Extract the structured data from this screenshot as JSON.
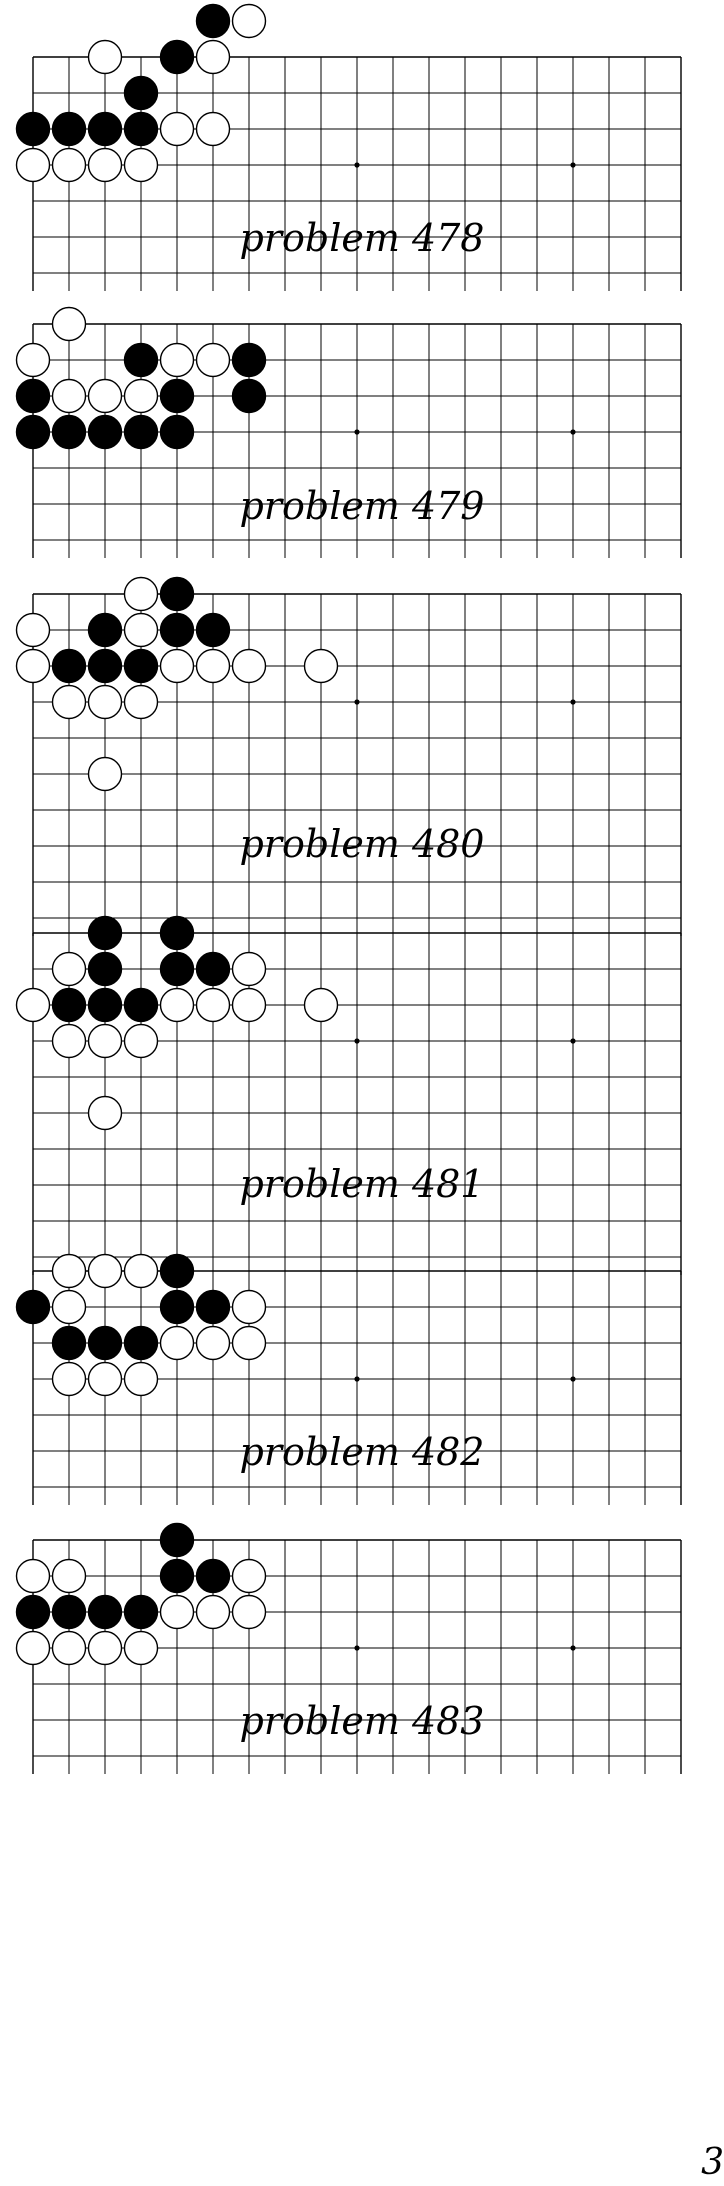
{
  "problems": [
    {
      "title": "problem 478",
      "rows": 7,
      "black": [
        [
          5,
          0
        ],
        [
          4,
          1
        ],
        [
          3,
          2
        ],
        [
          0,
          3
        ],
        [
          1,
          3
        ],
        [
          2,
          3
        ],
        [
          3,
          3
        ]
      ],
      "white": [
        [
          6,
          0
        ],
        [
          2,
          1
        ],
        [
          5,
          1
        ],
        [
          4,
          3
        ],
        [
          5,
          3
        ],
        [
          0,
          4
        ],
        [
          1,
          4
        ],
        [
          2,
          4
        ],
        [
          3,
          4
        ]
      ]
    },
    {
      "title": "problem 479",
      "rows": 7,
      "black": [
        [
          3,
          2
        ],
        [
          6,
          2
        ],
        [
          0,
          3
        ],
        [
          4,
          3
        ],
        [
          6,
          3
        ],
        [
          0,
          4
        ],
        [
          1,
          4
        ],
        [
          2,
          4
        ],
        [
          3,
          4
        ],
        [
          4,
          4
        ]
      ],
      "white": [
        [
          1,
          1
        ],
        [
          0,
          2
        ],
        [
          4,
          2
        ],
        [
          5,
          2
        ],
        [
          1,
          3
        ],
        [
          2,
          3
        ],
        [
          3,
          3
        ]
      ]
    },
    {
      "title": "problem 480",
      "rows": 10,
      "black": [
        [
          4,
          1
        ],
        [
          2,
          2
        ],
        [
          4,
          2
        ],
        [
          5,
          2
        ],
        [
          1,
          3
        ],
        [
          2,
          3
        ],
        [
          3,
          3
        ]
      ],
      "white": [
        [
          3,
          1
        ],
        [
          0,
          2
        ],
        [
          3,
          2
        ],
        [
          0,
          3
        ],
        [
          4,
          3
        ],
        [
          5,
          3
        ],
        [
          6,
          3
        ],
        [
          8,
          3
        ],
        [
          1,
          4
        ],
        [
          2,
          4
        ],
        [
          3,
          4
        ],
        [
          2,
          6
        ]
      ]
    },
    {
      "title": "problem 481",
      "rows": 10,
      "black": [
        [
          2,
          1
        ],
        [
          4,
          1
        ],
        [
          2,
          2
        ],
        [
          4,
          2
        ],
        [
          5,
          2
        ],
        [
          1,
          3
        ],
        [
          2,
          3
        ],
        [
          3,
          3
        ]
      ],
      "white": [
        [
          1,
          2
        ],
        [
          6,
          2
        ],
        [
          0,
          3
        ],
        [
          4,
          3
        ],
        [
          5,
          3
        ],
        [
          6,
          3
        ],
        [
          8,
          3
        ],
        [
          1,
          4
        ],
        [
          2,
          4
        ],
        [
          3,
          4
        ],
        [
          2,
          6
        ]
      ]
    },
    {
      "title": "problem 482",
      "rows": 7,
      "black": [
        [
          4,
          1
        ],
        [
          0,
          2
        ],
        [
          4,
          2
        ],
        [
          5,
          2
        ],
        [
          1,
          3
        ],
        [
          2,
          3
        ],
        [
          3,
          3
        ]
      ],
      "white": [
        [
          1,
          1
        ],
        [
          2,
          1
        ],
        [
          3,
          1
        ],
        [
          1,
          2
        ],
        [
          6,
          2
        ],
        [
          4,
          3
        ],
        [
          5,
          3
        ],
        [
          6,
          3
        ],
        [
          1,
          4
        ],
        [
          2,
          4
        ],
        [
          3,
          4
        ]
      ]
    },
    {
      "title": "problem 483",
      "rows": 7,
      "black": [
        [
          4,
          1
        ],
        [
          4,
          2
        ],
        [
          5,
          2
        ],
        [
          0,
          3
        ],
        [
          1,
          3
        ],
        [
          2,
          3
        ],
        [
          3,
          3
        ]
      ],
      "white": [
        [
          0,
          2
        ],
        [
          1,
          2
        ],
        [
          6,
          2
        ],
        [
          4,
          3
        ],
        [
          5,
          3
        ],
        [
          6,
          3
        ],
        [
          0,
          4
        ],
        [
          1,
          4
        ],
        [
          2,
          4
        ],
        [
          3,
          4
        ]
      ]
    }
  ],
  "star_points": [
    [
      9,
      4
    ],
    [
      15,
      4
    ]
  ],
  "page_number": "3"
}
